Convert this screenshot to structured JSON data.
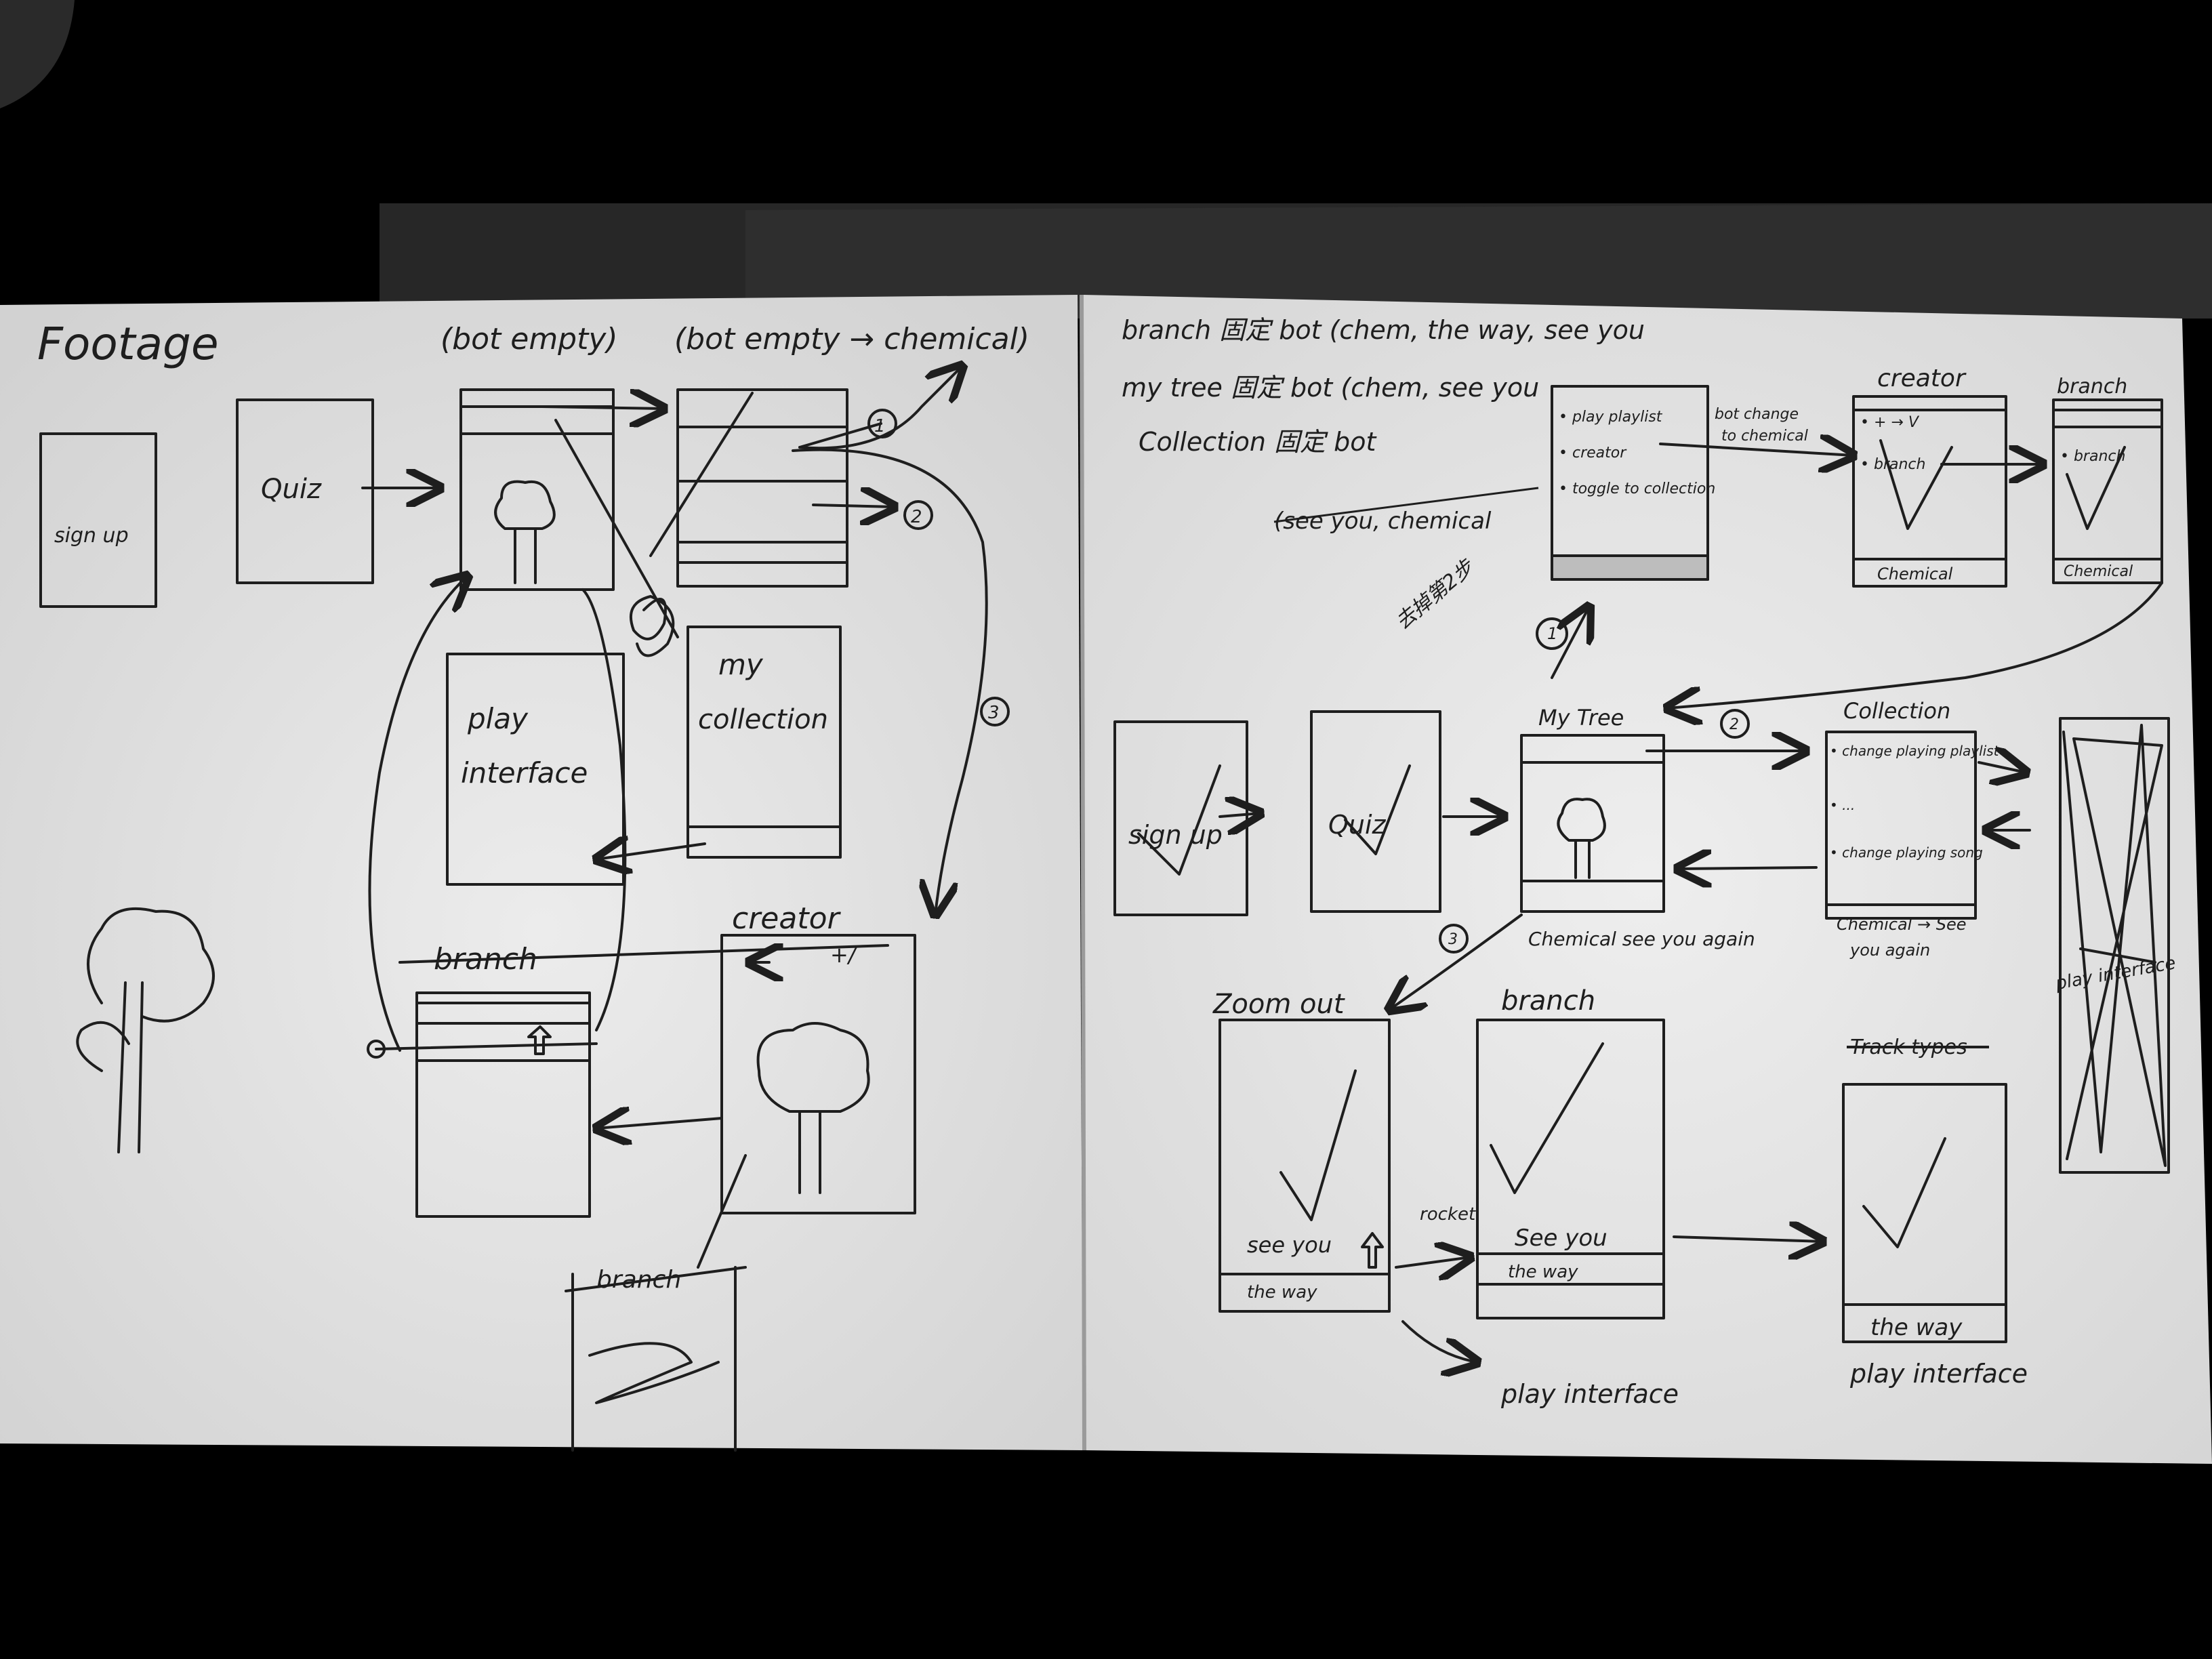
{
  "left_page": {
    "title": "Footage",
    "notes": {
      "bot_empty": "(bot empty)",
      "bot_empty_chemical": "(bot empty → chemical)"
    },
    "screens": {
      "sign_up": "sign up",
      "quiz": "Quiz",
      "play_interface": [
        "play",
        "interface"
      ],
      "my_collection": [
        "my",
        "collection"
      ],
      "branch": "branch",
      "creator": "creator",
      "creator_plus": "+/",
      "branch_lower": "branch"
    },
    "markers": [
      "1",
      "2",
      "3"
    ]
  },
  "right_page": {
    "notes": [
      "branch 固定 bot (chem, the way, see you",
      "my tree 固定 bot (chem, see you",
      "Collection 固定 bot",
      "(see you, chemical"
    ],
    "recommendation_screen": {
      "items": [
        "• play playlist",
        "• creator",
        "• toggle to collection"
      ],
      "arrow_note": [
        "bot change",
        "to chemical"
      ]
    },
    "creator_screen": {
      "title": "creator",
      "items": [
        "• + → V",
        "• branch"
      ],
      "bottom": "Chemical"
    },
    "branch_screen": {
      "title": "branch",
      "items": [
        "• branch"
      ],
      "bottom": "Chemical"
    },
    "sign_up": "sign up",
    "quiz": "Quiz",
    "my_tree": {
      "title": "My Tree",
      "caption": "Chemical see you again",
      "side_note": "去掉第2步"
    },
    "collection": {
      "title": "Collection",
      "items": [
        "• change playing playlist",
        "• ...",
        "• change playing song"
      ],
      "bottom": [
        "Chemical → See",
        "you again"
      ]
    },
    "play_interface_crossed": "play interface",
    "zoom_out": {
      "title": "Zoom out",
      "bottom": "see you",
      "bottom2": "the way"
    },
    "branch_lower": {
      "title": "branch",
      "bottom": "See you",
      "bottom2": "the way",
      "rocket": "rocket"
    },
    "play_interface_caption": "play interface",
    "final": {
      "crossed_title": "Track types",
      "bottom": "the way",
      "caption": "play interface"
    },
    "markers": [
      "1",
      "2",
      "3"
    ]
  },
  "colors": {
    "background": "#000000",
    "paper": "#e9e9e9",
    "pencil": "#1e1e1e",
    "table": "#262626"
  }
}
